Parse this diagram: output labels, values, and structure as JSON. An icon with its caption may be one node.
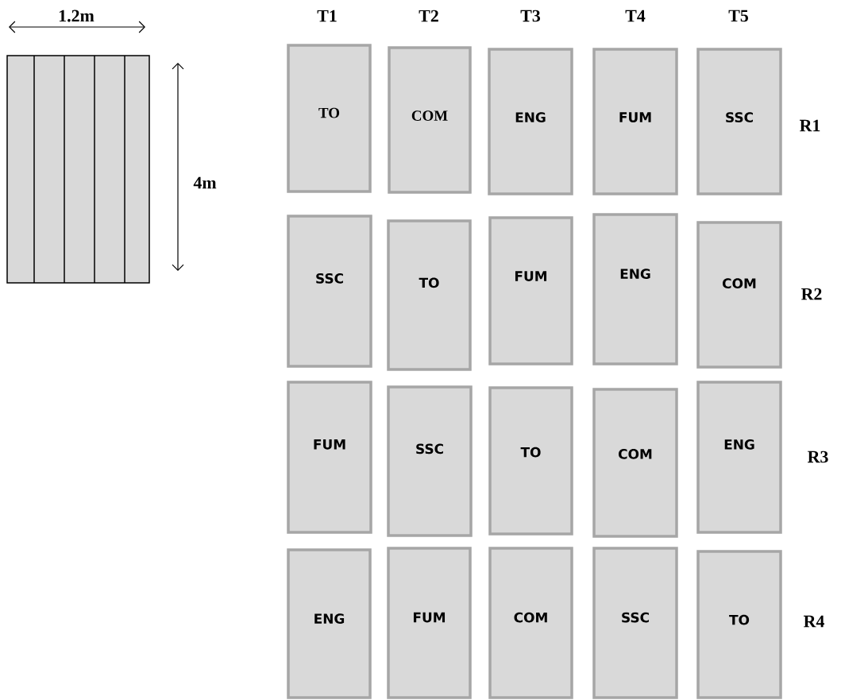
{
  "diagram": {
    "nodes": [
      {
        "text": [
          "TO"
        ]
      },
      {
        "text": [
          "COM"
        ]
      },
      {
        "text": [
          "ENG"
        ]
      },
      {
        "text": [
          "FUM"
        ]
      },
      {
        "text": [
          "SSC"
        ]
      },
      {
        "text": [
          "SSC"
        ]
      },
      {
        "text": [
          "TO"
        ]
      },
      {
        "text": [
          "FUM"
        ]
      },
      {
        "text": [
          "ENG"
        ]
      },
      {
        "text": [
          "COM"
        ]
      },
      {
        "text": [
          "FUM"
        ]
      },
      {
        "text": [
          "SSC"
        ]
      },
      {
        "text": [
          "TO"
        ]
      },
      {
        "text": [
          "COM"
        ]
      },
      {
        "text": [
          "ENG"
        ]
      },
      {
        "text": [
          "ENG"
        ]
      },
      {
        "text": [
          "FUM"
        ]
      },
      {
        "text": [
          "COM"
        ]
      },
      {
        "text": [
          "SSC"
        ]
      },
      {
        "text": [
          "TO"
        ]
      }
    ],
    "labels": [
      "1.2m",
      "T1",
      "T2",
      "T3",
      "T4",
      "T5",
      "R1",
      "4m",
      "R2",
      "R3",
      "R4"
    ]
  }
}
